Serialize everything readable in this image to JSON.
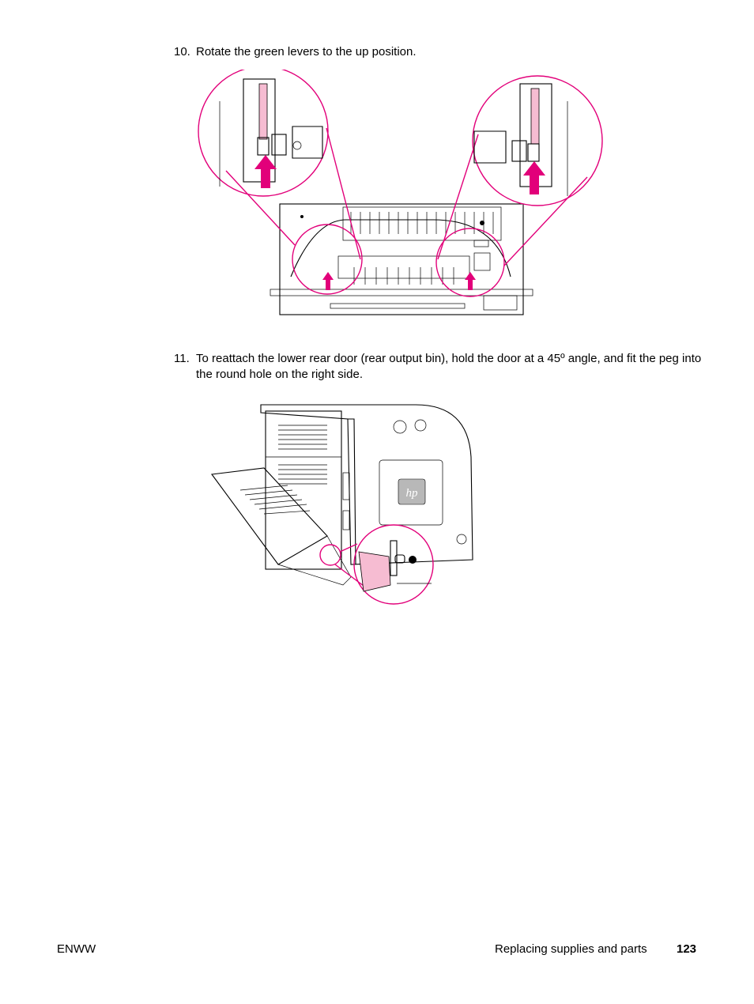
{
  "steps": [
    {
      "number": "10.",
      "text": "Rotate the green levers to the up position."
    },
    {
      "number": "11.",
      "text": "To reattach the lower rear door (rear output bin), hold the door at a 45º angle, and fit the peg into the round hole on the right side."
    }
  ],
  "figure_logo": "hp",
  "colors": {
    "highlight": "#e2007a",
    "highlight_fill": "#f6bcd2"
  },
  "footer": {
    "left": "ENWW",
    "section": "Replacing supplies and parts",
    "page": "123"
  }
}
